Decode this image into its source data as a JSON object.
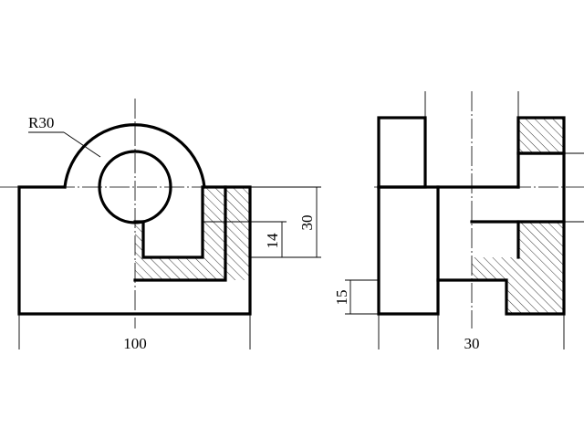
{
  "drawing": {
    "front_view": {
      "radius_label": "R30",
      "width_dim": "100",
      "overall_height_dim": "30",
      "inner_depth_dim": "14"
    },
    "side_view": {
      "web_width_dim": "30",
      "base_height_dim": "15"
    }
  }
}
